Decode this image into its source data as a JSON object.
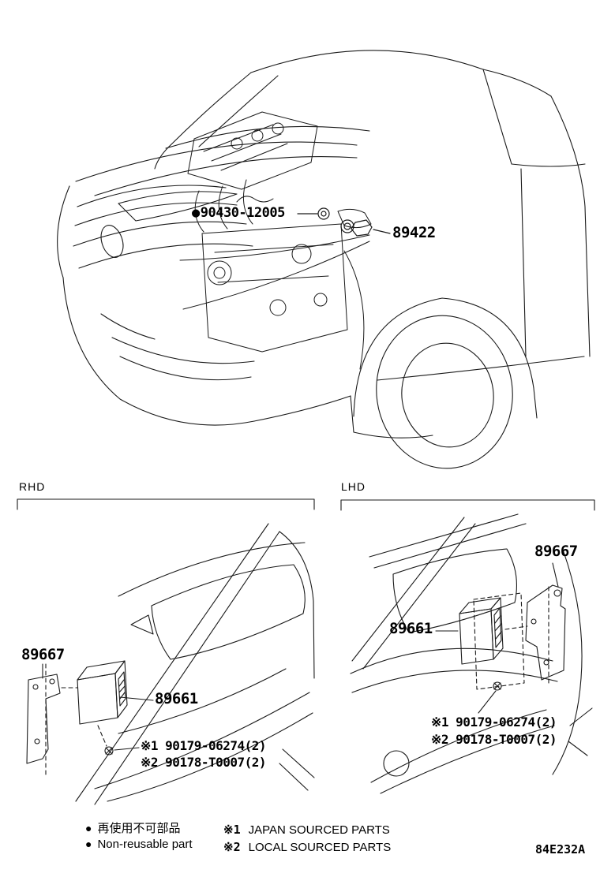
{
  "top_view": {
    "grommet_label": {
      "bullet": "●",
      "part_number": "90430-12005"
    },
    "sensor_label": {
      "part_number": "89422"
    }
  },
  "rhd_view": {
    "title": "RHD",
    "bracket_part": "89667",
    "ecu_part": "89661",
    "screw_note_1": "※1 90179-06274(2)",
    "screw_note_2": "※2 90178-T0007(2)"
  },
  "lhd_view": {
    "title": "LHD",
    "bracket_part": "89667",
    "ecu_part": "89661",
    "screw_note_1": "※1 90179-06274(2)",
    "screw_note_2": "※2 90178-T0007(2)"
  },
  "legend": {
    "bullet": "●",
    "non_reusable_jp": "再使用不可部品",
    "non_reusable_en": "Non-reusable part",
    "note1_marker": "※1",
    "note1_text": "JAPAN SOURCED PARTS",
    "note2_marker": "※2",
    "note2_text": "LOCAL SOURCED PARTS"
  },
  "footer": {
    "figure_code": "84E232A"
  }
}
